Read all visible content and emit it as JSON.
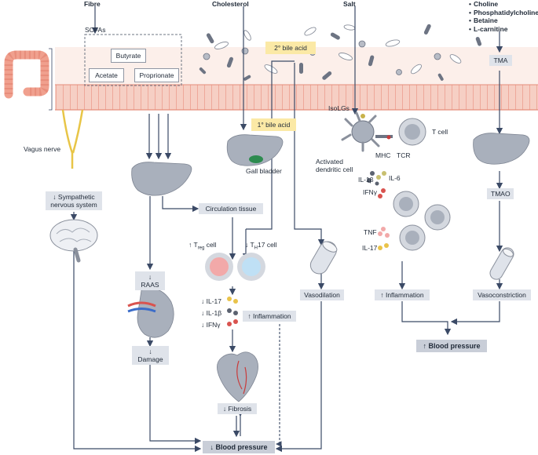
{
  "inputs": {
    "fibre": "Fibre",
    "cholesterol": "Cholesterol",
    "salt": "Salt",
    "nutrients": [
      "Choline",
      "Phosphatidylcholine",
      "Betaine",
      "L-carnitine"
    ]
  },
  "gut": {
    "scfas": "SCFAs",
    "butyrate": "Butyrate",
    "acetate": "Acetate",
    "proprionate": "Proprionate",
    "secondary_bile": "2° bile acid",
    "primary_bile": "1° bile acid",
    "tma": "TMA"
  },
  "left": {
    "vagus": "Vagus nerve",
    "sympathetic": "↓ Sympathetic nervous system",
    "raas": "↓ RAAS",
    "damage": "↓ Damage"
  },
  "centre": {
    "gall_bladder": "Gall bladder",
    "circulation": "Circulation tissue",
    "treg": "↑ T",
    "treg_sub": "reg",
    "treg_suffix": " cell",
    "th17": "↓ T",
    "th17_sub": "H",
    "th17_suffix": "17 cell",
    "il17": "↓ IL-17",
    "il1b": "↓ IL-1β",
    "ifng": "↓ IFNγ",
    "inflammation": "↑ Inflammation",
    "fibrosis": "↓ Fibrosis",
    "blood_pressure": "↓ Blood pressure",
    "vasodilation": "Vasodilation"
  },
  "salt_path": {
    "isolgs": "IsoLGs",
    "activated_dc": "Activated dendritic cell",
    "mhc": "MHC",
    "tcr": "TCR",
    "tcell": "T cell",
    "il1b": "IL-1β",
    "il6": "IL-6",
    "ifng": "IFNγ",
    "tnf": "TNF",
    "il17": "IL-17",
    "inflammation": "↑ Inflammation",
    "blood_pressure": "↑ Blood pressure"
  },
  "right": {
    "tmao": "TMAO",
    "vasoconstriction": "Vasoconstriction"
  },
  "colors": {
    "arrow": "#3b4a66",
    "nerve": "#e8c547",
    "gut_fill": "#f6cfc4",
    "gut_stripe": "#ee9b8a",
    "organ": "#a9b0bc",
    "treg": "#f2a9a9",
    "th17": "#a8d4f0",
    "ifng_dot": "#d9534f",
    "il17_dot": "#e9c34a",
    "il1b_dot": "#5b6270",
    "il6_dot": "#c8c070"
  }
}
